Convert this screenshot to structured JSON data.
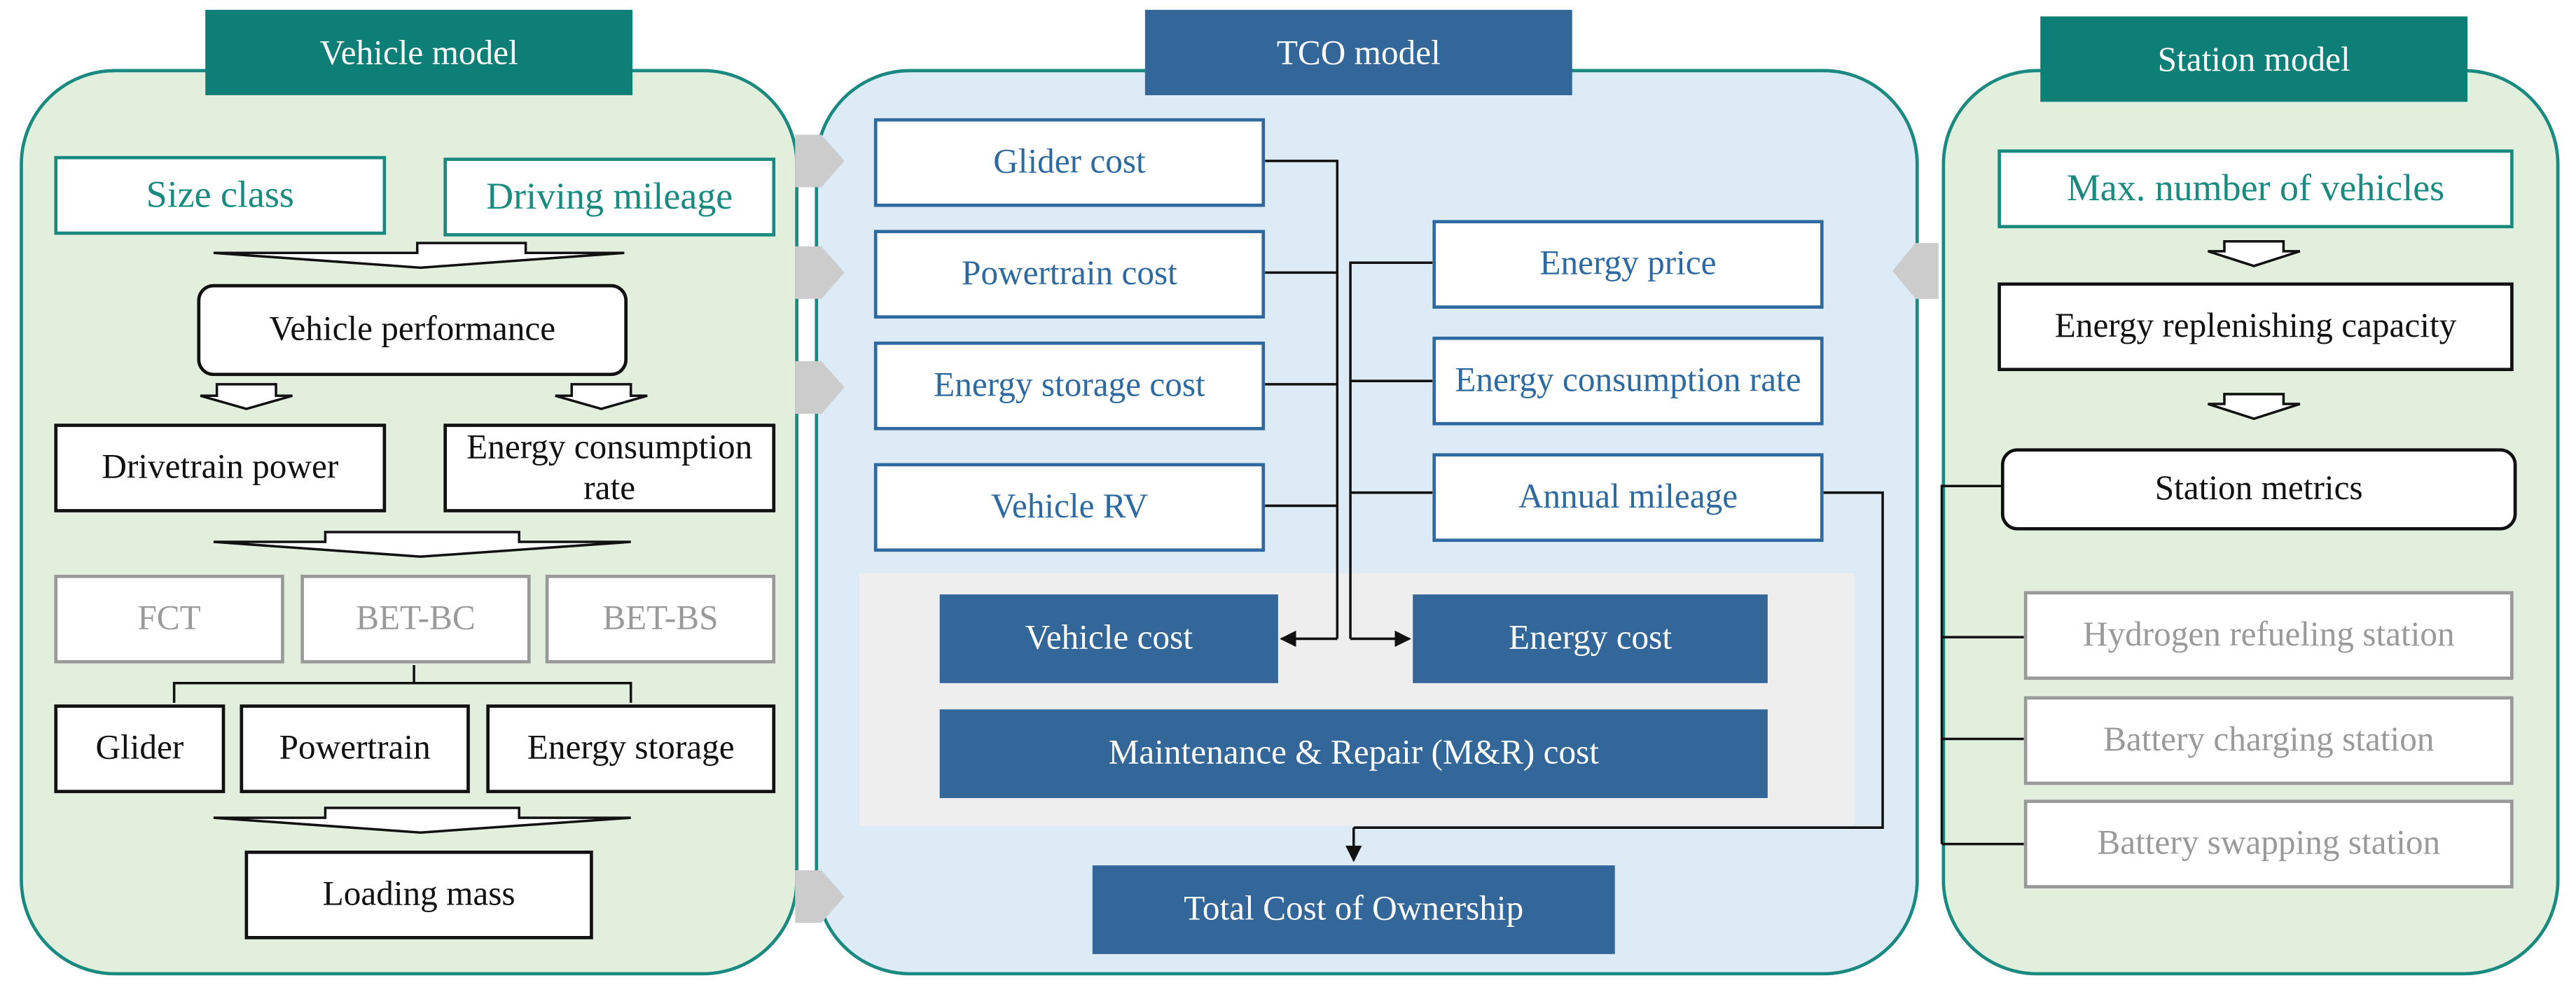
{
  "colors": {
    "teal_header": "#0d7f77",
    "blue_header": "#336699",
    "panel_green": "#e2efdd",
    "panel_blue": "#dcebf6",
    "teal_text": "#1a8a80",
    "blue_text": "#2e6a9f",
    "grey_text": "#9a9a9a"
  },
  "vehicle_model": {
    "title": "Vehicle model",
    "size_class": "Size class",
    "driving_mileage": "Driving mileage",
    "vehicle_performance": "Vehicle performance",
    "drivetrain_power": "Drivetrain power",
    "energy_consumption_rate": "Energy consumption rate",
    "types": [
      "FCT",
      "BET-BC",
      "BET-BS"
    ],
    "components": [
      "Glider",
      "Powertrain",
      "Energy storage"
    ],
    "loading_mass": "Loading mass"
  },
  "tco_model": {
    "title": "TCO model",
    "vehicle_inputs": [
      "Glider cost",
      "Powertrain cost",
      "Energy storage cost",
      "Vehicle RV"
    ],
    "energy_inputs": [
      "Energy price",
      "Energy consumption rate",
      "Annual mileage"
    ],
    "vehicle_cost": "Vehicle cost",
    "energy_cost": "Energy cost",
    "mr_cost": "Maintenance & Repair (M&R) cost",
    "total": "Total Cost of Ownership"
  },
  "station_model": {
    "title": "Station model",
    "max_vehicles": "Max. number of vehicles",
    "replenishing_capacity": "Energy replenishing capacity",
    "station_metrics": "Station metrics",
    "stations": [
      "Hydrogen refueling station",
      "Battery charging station",
      "Battery swapping station"
    ]
  }
}
